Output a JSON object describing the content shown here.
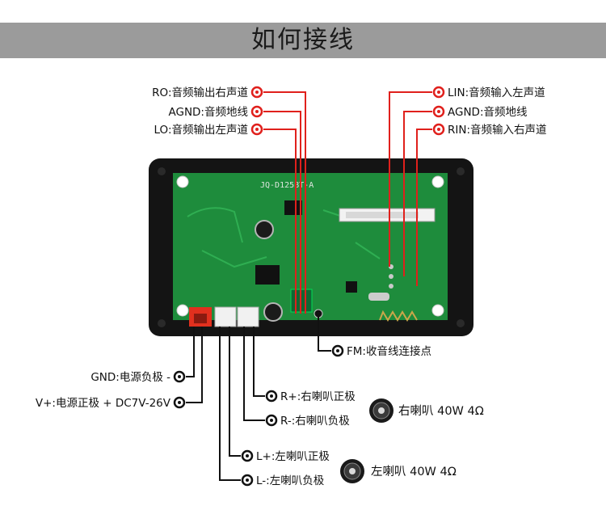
{
  "header": {
    "title": "如何接线"
  },
  "board": {
    "silkscreen": "JQ-D125BT-A"
  },
  "pins": {
    "ro": "RO:音频输出右声道",
    "agnd_left": "AGND:音频地线",
    "lo": "LO:音频输出左声道",
    "lin": "LIN:音频输入左声道",
    "agnd_right": "AGND:音频地线",
    "rin": "RIN:音频输入右声道",
    "fm": "FM:收音线连接点",
    "gnd": "GND:电源负极 -",
    "vplus": "V+:电源正极 +  DC7V-26V",
    "rplus": "R+:右喇叭正极",
    "rminus": "R-:右喇叭负极",
    "lplus": "L+:左喇叭正极",
    "lminus": "L-:左喇叭负极"
  },
  "speakers": {
    "right": "右喇叭 40W 4Ω",
    "left": "左喇叭 40W 4Ω"
  },
  "colors": {
    "header_bg": "#9b9b9b",
    "board_green": "#1e8c3c",
    "wire_red": "#e0201c",
    "wire_black": "#111111"
  }
}
